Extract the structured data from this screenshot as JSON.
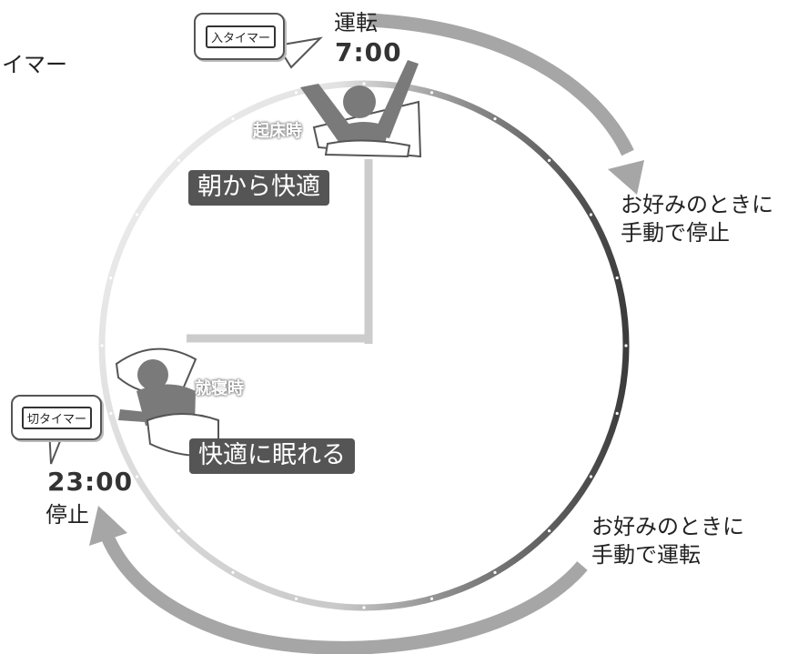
{
  "header_left": "イマー",
  "start": {
    "timer_label": "入タイマー",
    "action": "運転",
    "time": "7:00",
    "event": "起床時",
    "message": "朝から快適",
    "note_line1": "お好みのときに",
    "note_line2": "手動で停止"
  },
  "stop": {
    "timer_label": "切タイマー",
    "action": "停止",
    "time": "23:00",
    "event": "就寝時",
    "message": "快適に眠れる",
    "note_line1": "お好みのときに",
    "note_line2": "手動で運転"
  },
  "colors": {
    "arrow": "#a6a6a6",
    "ring_dark": "#404040",
    "ring_light": "#f2f2f2",
    "badge": "#555555",
    "hands": "#cccccc",
    "figure": "#7a7a7a"
  }
}
